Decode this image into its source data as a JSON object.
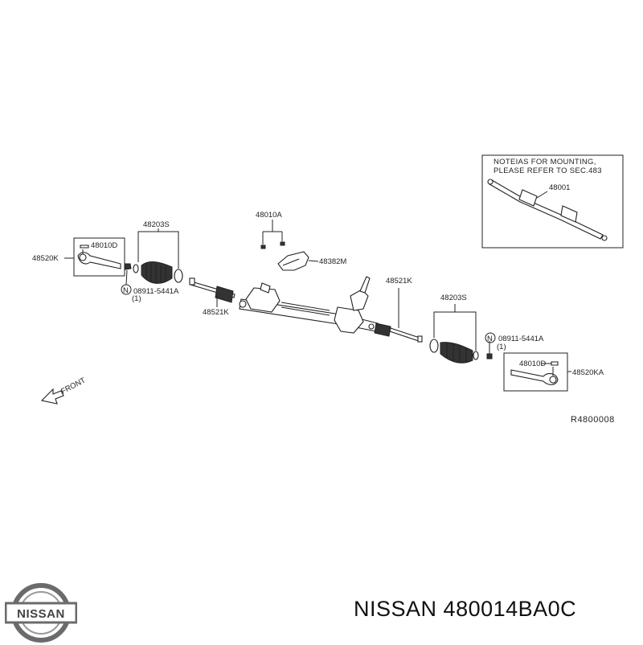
{
  "diagram": {
    "labels": {
      "inset_note_1": "NOTEIAS FOR MOUNTING,",
      "inset_note_2": "PLEASE REFER TO SEC.483",
      "inset_part": "48001",
      "tie_boot_left": "48203S",
      "bracket_bolt": "48010A",
      "tie_end_left_bolt": "48010D",
      "tie_end_left": "48520K",
      "nut_left": "08911-5441A",
      "nut_left_qty": "(1)",
      "bracket": "48382M",
      "inner_rod_left": "48521K",
      "inner_rod_right": "48521K",
      "tie_boot_right": "48203S",
      "nut_right": "08911-5441A",
      "nut_right_qty": "(1)",
      "tie_end_right_bolt": "48010D",
      "tie_end_right": "48520KA",
      "nut_symbol_left": "N",
      "nut_symbol_right": "N",
      "front": "FRONT",
      "ref_code": "R4800008"
    }
  },
  "caption": {
    "brand": "NISSAN",
    "part_number": "480014BA0C"
  },
  "logo": {
    "text": "NISSAN",
    "icon": "nissan-logo-icon",
    "color": "#6b6b6b"
  }
}
